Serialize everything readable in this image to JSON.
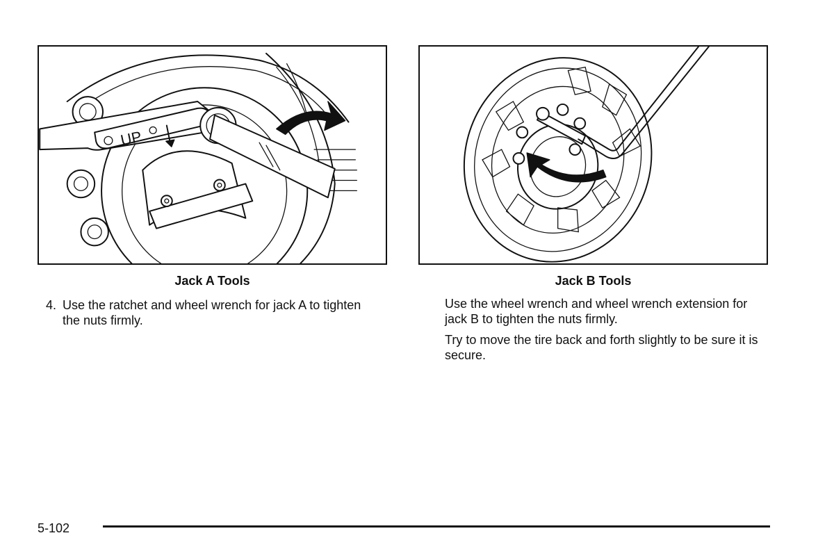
{
  "figures": {
    "jack_a": {
      "caption": "Jack A Tools",
      "engraving": "UP"
    },
    "jack_b": {
      "caption": "Jack B Tools"
    }
  },
  "left_column": {
    "step_number": "4.",
    "step_text": "Use the ratchet and wheel wrench for jack A to tighten the nuts firmly."
  },
  "right_column": {
    "paragraph_1": "Use the wheel wrench and wheel wrench extension for jack B to tighten the nuts firmly.",
    "paragraph_2": "Try to move the tire back and forth slightly to be sure it is secure."
  },
  "footer": {
    "page_number": "5-102"
  }
}
